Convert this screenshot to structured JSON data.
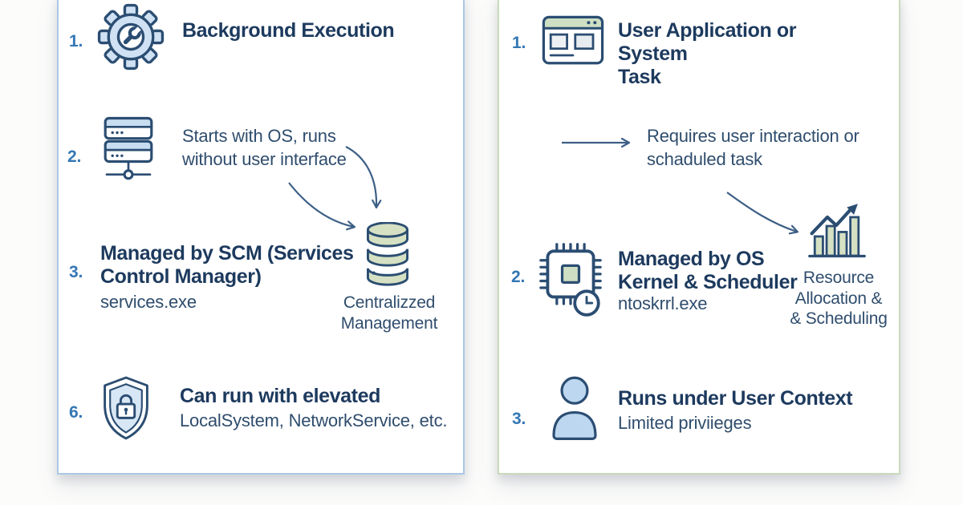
{
  "theme": {
    "canvas_bg": "#fcfcfb",
    "panel_bg": "#ffffff",
    "panel_blue_border": "#abc8e4",
    "panel_green_border": "#c9dabc",
    "title_color": "#1d3a5e",
    "text_color": "#2f4d6d",
    "number_color": "#3377b5",
    "icon_stroke": "#2b4d72",
    "icon_blue_fill": "#cfe1f3",
    "icon_blue_deep": "#bcd7ef",
    "icon_green_fill": "#d3dfc2",
    "arrow_color": "#3d5f85"
  },
  "left_panel": {
    "items": {
      "background_execution": {
        "num": "1.",
        "icon": "gear-wrench",
        "title": "Background Execution"
      },
      "starts_with_os": {
        "num": "2.",
        "icon": "server-stack",
        "text": "Starts with OS, runs\nwithout user interface"
      },
      "managed_by_scm": {
        "num": "3.",
        "title": "Managed by SCM (Services\nControl Manager)",
        "subtitle": "services.exe"
      },
      "elevated_privileges": {
        "num": "6.",
        "icon": "shield-lock",
        "title": "Can run with elevated",
        "subtitle": "LocalSystem, NetworkService, etc."
      }
    },
    "side_label": "Centralizzed\nManagement"
  },
  "right_panel": {
    "items": {
      "user_application": {
        "num": "1.",
        "icon": "app-window",
        "title": "User Application or System\nTask"
      },
      "requires_interaction": {
        "text": "Requires user interaction or\nschaduled task"
      },
      "managed_by_kernel": {
        "num": "2.",
        "icon": "cpu-clock",
        "title": "Managed by OS\nKernel & Scheduler",
        "subtitle": "ntoskrrl.exe"
      },
      "user_context": {
        "num": "3.",
        "icon": "user-person",
        "title": "Runs under User Context",
        "subtitle": "Limited priviieges"
      }
    },
    "side_label": "Resource\nAllocation &\n& Scheduling"
  }
}
